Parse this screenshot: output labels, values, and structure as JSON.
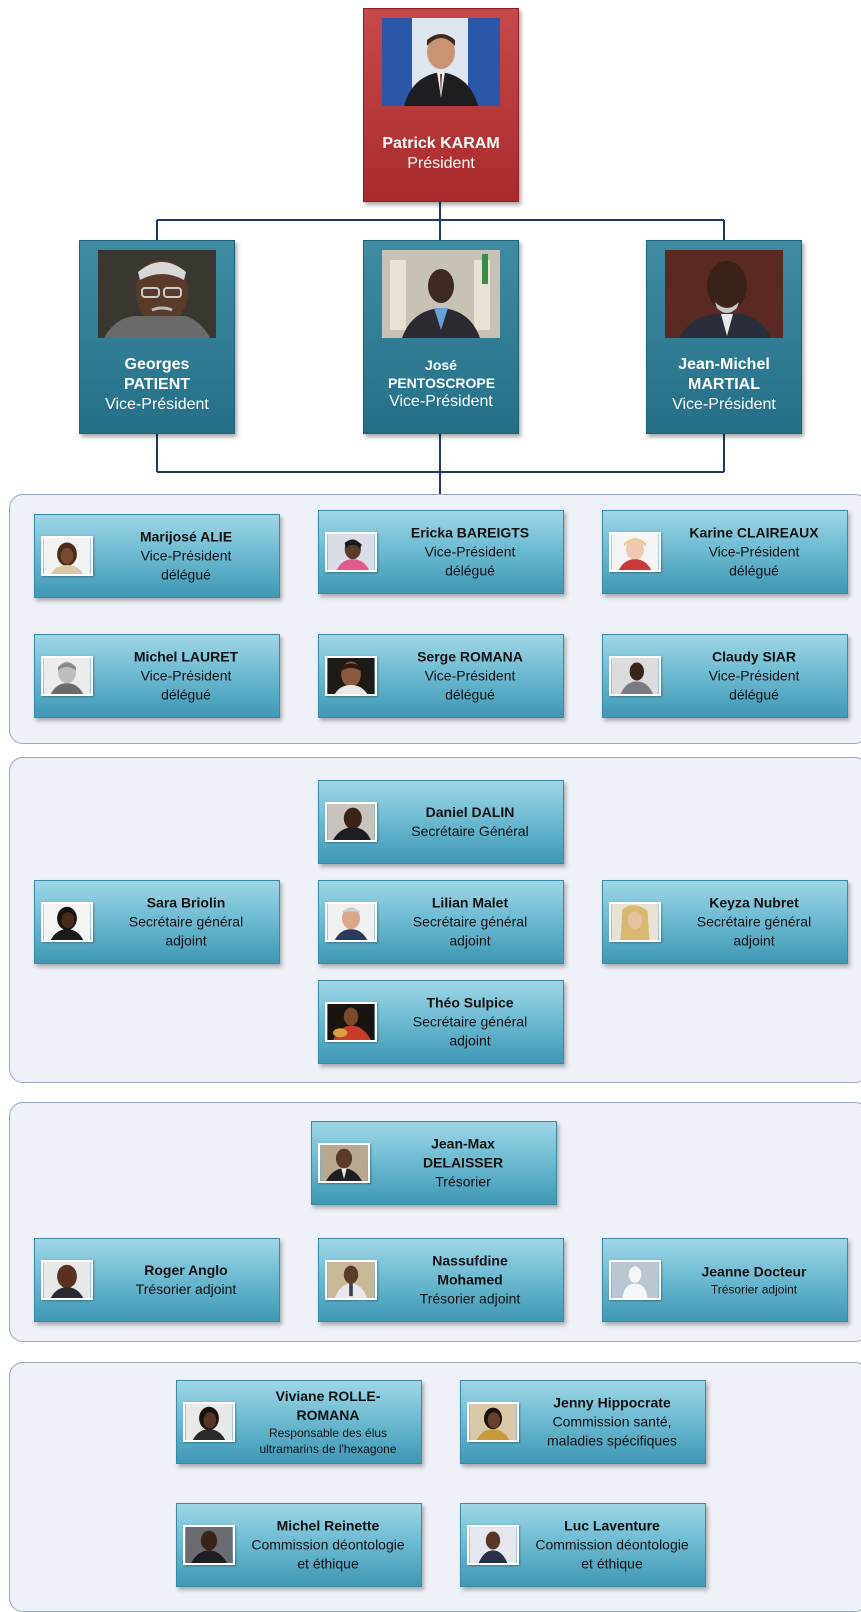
{
  "president": {
    "name": "Patrick KARAM",
    "role": "Président"
  },
  "vice_presidents": [
    {
      "name": "Georges PATIENT",
      "role": "Vice-Président"
    },
    {
      "name": "José PENTOSCROPE",
      "role": "Vice-Président"
    },
    {
      "name": "Jean-Michel MARTIAL",
      "role": "Vice-Président"
    }
  ],
  "delegates": [
    {
      "name": "Marijosé ALIE",
      "role": "Vice-Président délégué"
    },
    {
      "name": "Ericka BAREIGTS",
      "role": "Vice-Président délégué"
    },
    {
      "name": "Karine CLAIREAUX",
      "role": "Vice-Président délégué"
    },
    {
      "name": "Michel LAURET",
      "role": "Vice-Président délégué"
    },
    {
      "name": "Serge ROMANA",
      "role": "Vice-Président délégué"
    },
    {
      "name": "Claudy SIAR",
      "role": "Vice-Président délégué"
    }
  ],
  "secretariat": [
    {
      "name": "Daniel DALIN",
      "role": "Secrétaire Général"
    },
    {
      "name": "Sara Briolin",
      "role": "Secrétaire général adjoint"
    },
    {
      "name": "Lilian Malet",
      "role": "Secrétaire général adjoint"
    },
    {
      "name": "Keyza Nubret",
      "role": "Secrétaire général adjoint"
    },
    {
      "name": "Théo Sulpice",
      "role": "Secrétaire général adjoint"
    }
  ],
  "treasury": [
    {
      "name": "Jean-Max DELAISSER",
      "role": "Trésorier"
    },
    {
      "name": "Roger Anglo",
      "role": "Trésorier adjoint"
    },
    {
      "name": "Nassufdine Mohamed",
      "role": "Trésorier adjoint"
    },
    {
      "name": "Jeanne Docteur",
      "role": "Trésorier adjoint"
    }
  ],
  "commissions": [
    {
      "name": "Viviane ROLLE-ROMANA",
      "role": "Responsable des élus ultramarins de l'hexagone"
    },
    {
      "name": "Jenny Hippocrate",
      "role": "Commission santé, maladies spécifiques"
    },
    {
      "name": "Michel Reinette",
      "role": "Commission déontologie et éthique"
    },
    {
      "name": "Luc Laventure",
      "role": "Commission déontologie et éthique"
    }
  ],
  "colors": {
    "president": "#b23436",
    "vice_president": "#2f7d95",
    "member_card": "#6fbcd3",
    "connector": "#1b3a63"
  }
}
